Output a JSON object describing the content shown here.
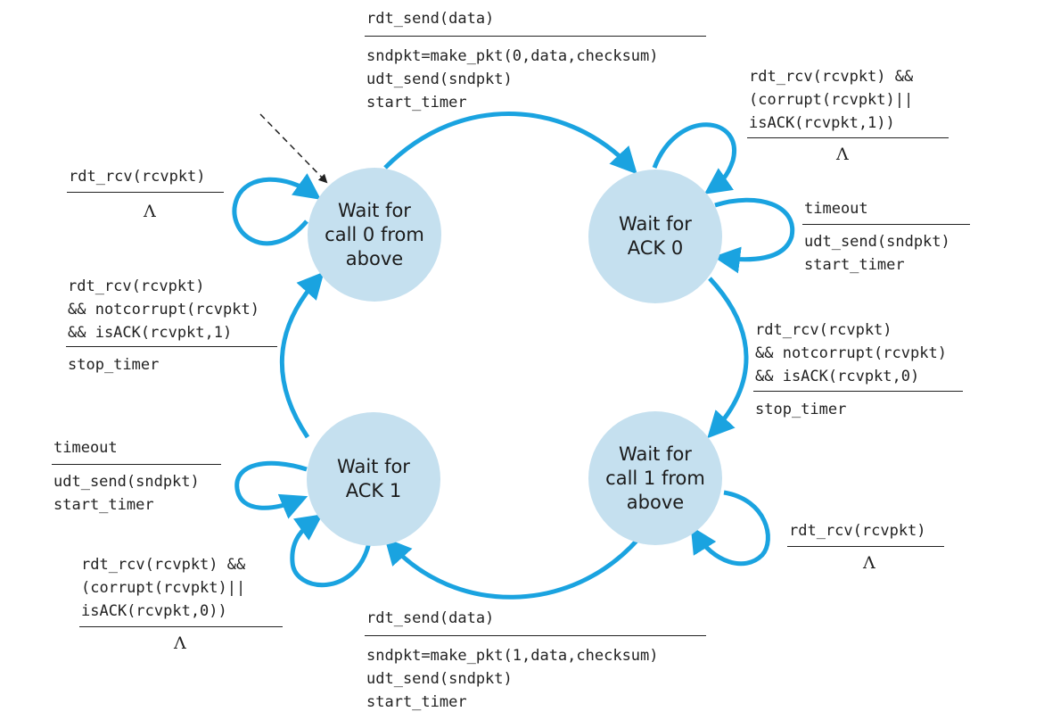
{
  "states": {
    "wait_call0": "Wait for\ncall 0 from\nabove",
    "wait_ack0": "Wait for\nACK 0",
    "wait_call1": "Wait for\ncall 1 from\nabove",
    "wait_ack1": "Wait for\nACK 1"
  },
  "transitions": {
    "t01": {
      "event": "rdt_send(data)",
      "action": "sndpkt=make_pkt(0,data,checksum)\nudt_send(sndpkt)\nstart_timer"
    },
    "ack0_loop_rcv": {
      "event": "rdt_rcv(rcvpkt) &&\n(corrupt(rcvpkt)||\nisACK(rcvpkt,1))",
      "action": "Λ"
    },
    "ack0_timeout": {
      "event": "timeout",
      "action": "udt_send(sndpkt)\nstart_timer"
    },
    "t_ack0_call1": {
      "event": "rdt_rcv(rcvpkt)\n&& notcorrupt(rcvpkt)\n&& isACK(rcvpkt,0)",
      "action": "stop_timer"
    },
    "call1_loop": {
      "event": "rdt_rcv(rcvpkt)",
      "action": "Λ"
    },
    "t_call1_ack1": {
      "event": "rdt_send(data)",
      "action": "sndpkt=make_pkt(1,data,checksum)\nudt_send(sndpkt)\nstart_timer"
    },
    "ack1_loop_rcv": {
      "event": "rdt_rcv(rcvpkt) &&\n(corrupt(rcvpkt)||\nisACK(rcvpkt,0))",
      "action": "Λ"
    },
    "ack1_timeout": {
      "event": "timeout",
      "action": "udt_send(sndpkt)\nstart_timer"
    },
    "t_ack1_call0": {
      "event": "rdt_rcv(rcvpkt)\n&& notcorrupt(rcvpkt)\n&& isACK(rcvpkt,1)",
      "action": "stop_timer"
    },
    "call0_loop": {
      "event": "rdt_rcv(rcvpkt)",
      "action": "Λ"
    }
  },
  "colors": {
    "arrow": "#1aa3e0",
    "state_fill": "#c5e0ef",
    "text": "#222222"
  }
}
